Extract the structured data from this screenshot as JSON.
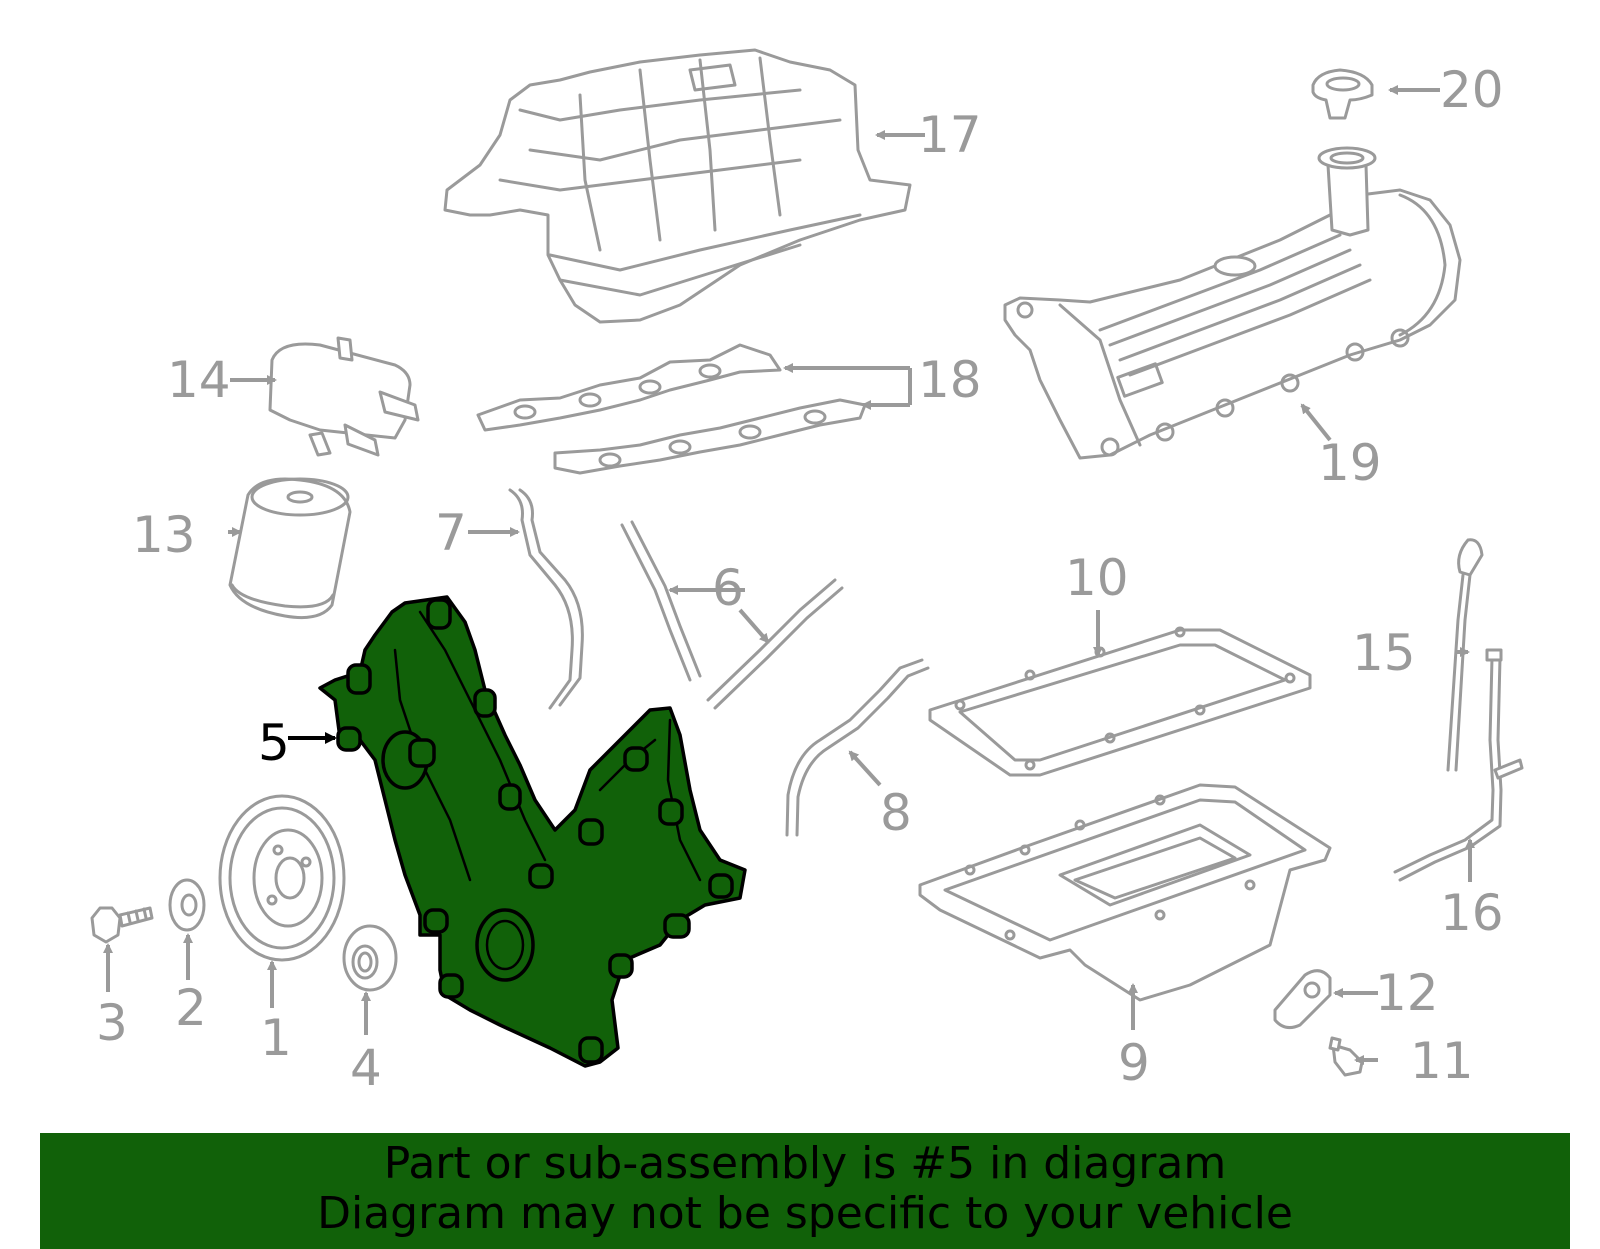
{
  "diagram": {
    "highlight_color": "#116109",
    "line_color": "#9a9a9a",
    "highlighted_callout": "5",
    "callouts": {
      "c1": "1",
      "c2": "2",
      "c3": "3",
      "c4": "4",
      "c5": "5",
      "c6": "6",
      "c7": "7",
      "c8": "8",
      "c9": "9",
      "c10": "10",
      "c11": "11",
      "c12": "12",
      "c13": "13",
      "c14": "14",
      "c15": "15",
      "c16": "16",
      "c17": "17",
      "c18": "18",
      "c19": "19",
      "c20": "20"
    }
  },
  "banner": {
    "line1": "Part or sub-assembly is #5 in diagram",
    "line2": "Diagram may not be specific to your vehicle"
  }
}
